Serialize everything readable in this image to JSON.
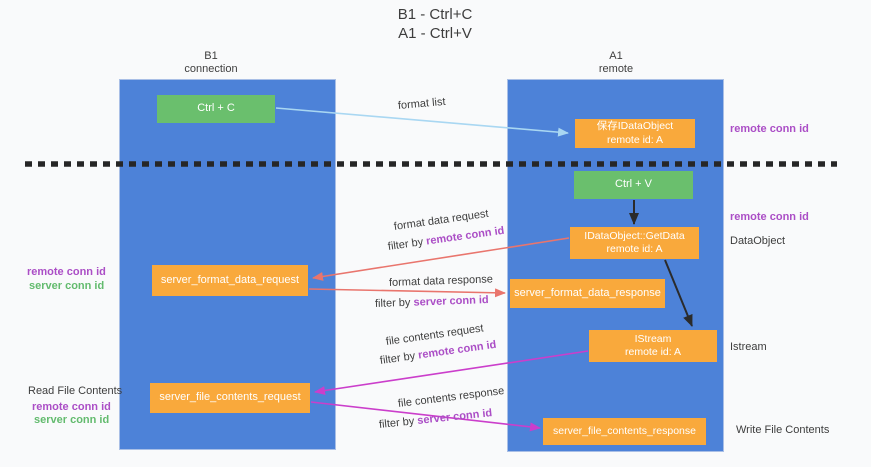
{
  "title": {
    "line1": "B1 - Ctrl+C",
    "line2": "A1 - Ctrl+V"
  },
  "columns": {
    "left": {
      "name": "B1",
      "role": "connection"
    },
    "right": {
      "name": "A1",
      "role": "remote"
    }
  },
  "boxes": {
    "ctrl_c": {
      "label": "Ctrl + C"
    },
    "ctrl_v": {
      "label": "Ctrl + V"
    },
    "save_dataobject": {
      "line1": "保存IDataObject",
      "line2": "remote id: A"
    },
    "getdata": {
      "line1": "IDataObject::GetData",
      "line2": "remote id: A"
    },
    "istream": {
      "line1": "IStream",
      "line2": "remote id: A"
    },
    "server_format_data_request": {
      "label": "server_format_data_request"
    },
    "server_format_data_response": {
      "label": "server_format_data_response"
    },
    "server_file_contents_request": {
      "label": "server_file_contents_request"
    },
    "server_file_contents_response": {
      "label": "server_file_contents_response"
    }
  },
  "side_labels": {
    "remote_conn_id_top_right": "remote conn id",
    "remote_conn_id_mid_right": "remote conn id",
    "dataobject": "DataObject",
    "istream": "Istream",
    "write_file_contents": "Write File Contents",
    "remote_conn_id_left": "remote conn id",
    "server_conn_id_left": "server conn id",
    "read_file_contents": "Read File Contents",
    "remote_conn_id_bottom_left": "remote conn id",
    "server_conn_id_bottom_left": "server conn id"
  },
  "flow_labels": {
    "format_list": "format list",
    "format_data_request": "format data request",
    "format_data_response": "format data response",
    "file_contents_request": "file contents request",
    "file_contents_response": "file contents response",
    "filter_by": "filter by",
    "remote_conn_id": "remote conn id",
    "server_conn_id": "server conn id"
  },
  "colors": {
    "background": "#f9fafb",
    "column_blue": "#4d82d8",
    "green_box": "#6abf6d",
    "orange_box": "#f9a93c",
    "purple_label": "#ab4ec6",
    "green_label": "#63bb6e",
    "dark_text": "#3d3d3d",
    "arrow_blue": "#a9d7f2",
    "arrow_black": "#2b2b2b",
    "arrow_salmon": "#e9756d",
    "arrow_magenta": "#cb3ecb",
    "dashed_line": "#262626"
  }
}
